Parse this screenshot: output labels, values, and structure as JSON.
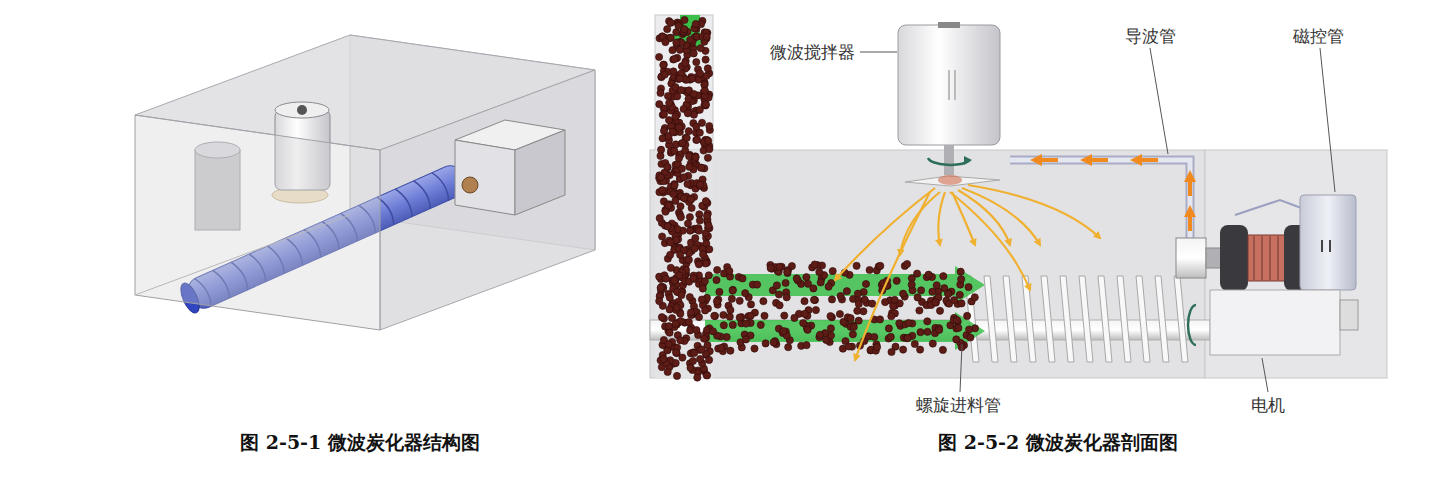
{
  "diagram": {
    "labels": [
      "微波搅拌器",
      "导波管",
      "磁控管",
      "螺旋进料管",
      "电机",
      "图 2-5-1 微波炭化器结构图",
      "图 2-5-2 微波炭化器剖面图"
    ]
  }
}
